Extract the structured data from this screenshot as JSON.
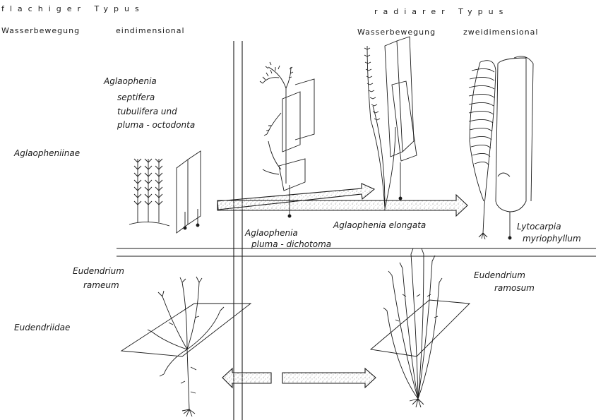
{
  "header": {
    "left_title": "flachiger Typus",
    "left_subtitle_1": "Wasserbewegung",
    "left_subtitle_2": "eindimensional",
    "right_title": "radiarer Typus",
    "right_subtitle_1": "Wasserbewegung",
    "right_subtitle_2": "zweidimensional"
  },
  "groups": {
    "aglaopheniinae": "Aglaopheniinae",
    "eudendriidae": "Eudendriidae"
  },
  "species": {
    "aglaophenia_1": "Aglaophenia",
    "aglaophenia_2": "septifera",
    "aglaophenia_3": "tubulifera  und",
    "aglaophenia_4": "pluma - octodonta",
    "pluma_dichotoma_1": "Aglaophenia",
    "pluma_dichotoma_2": "pluma -  dichotoma",
    "elongata": "Aglaophenia  elongata",
    "lytocarpia_1": "Lytocarpia",
    "lytocarpia_2": "myriophyllum",
    "rameum_1": "Eudendrium",
    "rameum_2": "rameum",
    "ramosum_1": "Eudendrium",
    "ramosum_2": "ramosum"
  },
  "colors": {
    "ink": "#1a1a1a",
    "paper": "#ffffff",
    "stipple": "#8a8a8a"
  }
}
